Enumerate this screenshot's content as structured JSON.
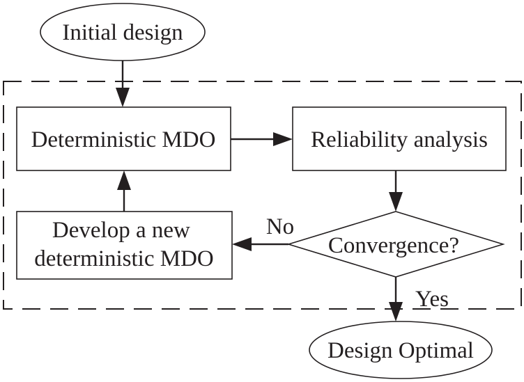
{
  "diagram": {
    "nodes": {
      "start": {
        "label": "Initial design",
        "shape": "ellipse"
      },
      "deterministic_mdo": {
        "label": "Deterministic MDO",
        "shape": "rectangle"
      },
      "reliability_analysis": {
        "label": "Reliability analysis",
        "shape": "rectangle"
      },
      "convergence": {
        "label": "Convergence?",
        "shape": "diamond"
      },
      "new_mdo": {
        "lines": [
          "Develop a new",
          "deterministic MDO"
        ],
        "shape": "rectangle"
      },
      "end": {
        "label": "Design Optimal",
        "shape": "ellipse"
      }
    },
    "edge_labels": {
      "no": "No",
      "yes": "Yes"
    },
    "edges": [
      {
        "from": "start",
        "to": "deterministic_mdo"
      },
      {
        "from": "deterministic_mdo",
        "to": "reliability_analysis"
      },
      {
        "from": "reliability_analysis",
        "to": "convergence"
      },
      {
        "from": "convergence",
        "to": "new_mdo",
        "label": "No"
      },
      {
        "from": "new_mdo",
        "to": "deterministic_mdo"
      },
      {
        "from": "convergence",
        "to": "end",
        "label": "Yes"
      }
    ],
    "loop_boundary": "dashed"
  },
  "colors": {
    "ink": "#231f20",
    "background": "#ffffff"
  }
}
